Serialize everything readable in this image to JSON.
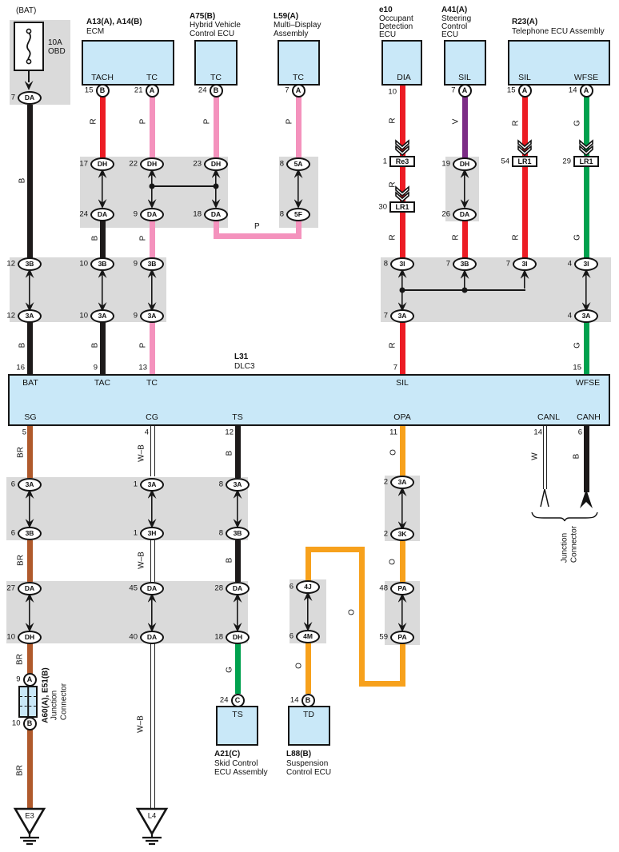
{
  "diagram_title": "DLC3 diagnostic wiring diagram",
  "colors": {
    "red": "#ec1c24",
    "pink": "#f492bd",
    "purple": "#7c2c86",
    "green": "#00a14e",
    "orange": "#f7a11c",
    "brown": "#b05a2c",
    "black": "#1d1a1a",
    "box_fill": "#c9e8f8",
    "band_gray": "#dadada"
  },
  "wc": {
    "r": "R",
    "p": "P",
    "b": "B",
    "g": "G",
    "v": "V",
    "o": "O",
    "br": "BR",
    "wb": "W–B",
    "w": "W"
  },
  "fuse": {
    "bat": "(BAT)",
    "rating": "10A",
    "name": "OBD"
  },
  "ecus": {
    "ecm": {
      "code": "A13(A), A14(B)",
      "name": "ECM",
      "t1": "TACH",
      "t2": "TC"
    },
    "a75": {
      "code": "A75(B)",
      "l1": "Hybrid Vehicle",
      "l2": "Control ECU",
      "t1": "TC"
    },
    "l59": {
      "code": "L59(A)",
      "l1": "Multi–Display",
      "l2": "Assembly",
      "t1": "TC"
    },
    "e10": {
      "code": "e10",
      "l1": "Occupant",
      "l2": "Detection",
      "l3": "ECU",
      "t1": "DIA"
    },
    "a41": {
      "code": "A41(A)",
      "l1": "Steering",
      "l2": "Control",
      "l3": "ECU",
      "t1": "SIL"
    },
    "r23": {
      "code": "R23(A)",
      "l1": "Telephone ECU Assembly",
      "t1": "SIL",
      "t2": "WFSE"
    },
    "a21": {
      "code": "A21(C)",
      "l1": "Skid Control",
      "l2": "ECU Assembly",
      "t1": "TS"
    },
    "l88": {
      "code": "L88(B)",
      "l1": "Suspension",
      "l2": "Control ECU",
      "t1": "TD"
    }
  },
  "dlc3": {
    "code": "L31",
    "name": "DLC3",
    "bat": {
      "n": "16",
      "t": "BAT"
    },
    "tac": {
      "n": "9",
      "t": "TAC"
    },
    "tc": {
      "n": "13",
      "t": "TC"
    },
    "sil": {
      "n": "7",
      "t": "SIL"
    },
    "wfse": {
      "n": "15",
      "t": "WFSE"
    },
    "sg": {
      "n": "5",
      "t": "SG"
    },
    "cg": {
      "n": "4",
      "t": "CG"
    },
    "ts": {
      "n": "12",
      "t": "TS"
    },
    "opa": {
      "n": "11",
      "t": "OPA"
    },
    "canl": {
      "n": "14",
      "t": "CANL"
    },
    "canh": {
      "n": "6",
      "t": "CANH"
    }
  },
  "pins": {
    "fuse_da": {
      "n": "7",
      "c": "DA"
    },
    "ecm_tach": {
      "n": "15",
      "c": "B"
    },
    "ecm_tc": {
      "n": "21",
      "c": "A"
    },
    "a75_tc": {
      "n": "24",
      "c": "B"
    },
    "l59_tc": {
      "n": "7",
      "c": "A"
    },
    "e10_dia": {
      "n": "10"
    },
    "a41_sil": {
      "n": "7",
      "c": "A"
    },
    "r23_sil": {
      "n": "15",
      "c": "A"
    },
    "r23_wfse": {
      "n": "14",
      "c": "A"
    },
    "a21_ts": {
      "n": "24",
      "c": "C"
    },
    "l88_td": {
      "n": "14",
      "c": "B"
    },
    "jc_a": {
      "n": "9",
      "c": "A"
    },
    "jc_b": {
      "n": "10",
      "c": "B"
    }
  },
  "ovals": {
    "dh17": {
      "n": "17",
      "c": "DH"
    },
    "da24": {
      "n": "24",
      "c": "DA"
    },
    "dh22": {
      "n": "22",
      "c": "DH"
    },
    "da9": {
      "n": "9",
      "c": "DA"
    },
    "dh23": {
      "n": "23",
      "c": "DH"
    },
    "da18": {
      "n": "18",
      "c": "DA"
    },
    "a5_8": {
      "n": "8",
      "c": "5A"
    },
    "f5_8": {
      "n": "8",
      "c": "5F"
    },
    "dh19": {
      "n": "19",
      "c": "DH"
    },
    "da26": {
      "n": "26",
      "c": "DA"
    },
    "b12": {
      "n": "12",
      "c": "3B"
    },
    "a12": {
      "n": "12",
      "c": "3A"
    },
    "b10": {
      "n": "10",
      "c": "3B"
    },
    "a10": {
      "n": "10",
      "c": "3A"
    },
    "b9": {
      "n": "9",
      "c": "3B"
    },
    "a9": {
      "n": "9",
      "c": "3A"
    },
    "i8": {
      "n": "8",
      "c": "3I"
    },
    "b7": {
      "n": "7",
      "c": "3B"
    },
    "i7": {
      "n": "7",
      "c": "3I"
    },
    "i4": {
      "n": "4",
      "c": "3I"
    },
    "a7": {
      "n": "7",
      "c": "3A"
    },
    "a4": {
      "n": "4",
      "c": "3A"
    },
    "a6": {
      "n": "6",
      "c": "3A"
    },
    "b6": {
      "n": "6",
      "c": "3B"
    },
    "a1": {
      "n": "1",
      "c": "3A"
    },
    "h1": {
      "n": "1",
      "c": "3H"
    },
    "a8": {
      "n": "8",
      "c": "3A"
    },
    "b8": {
      "n": "8",
      "c": "3B"
    },
    "a2": {
      "n": "2",
      "c": "3A"
    },
    "k2": {
      "n": "2",
      "c": "3K"
    },
    "da27": {
      "n": "27",
      "c": "DA"
    },
    "dh10": {
      "n": "10",
      "c": "DH"
    },
    "da45": {
      "n": "45",
      "c": "DA"
    },
    "da40": {
      "n": "40",
      "c": "DA"
    },
    "da28": {
      "n": "28",
      "c": "DA"
    },
    "dh18": {
      "n": "18",
      "c": "DH"
    },
    "j6": {
      "n": "6",
      "c": "4J"
    },
    "m6": {
      "n": "6",
      "c": "4M"
    },
    "pa48": {
      "n": "48",
      "c": "PA"
    },
    "pa59": {
      "n": "59",
      "c": "PA"
    }
  },
  "rconns": {
    "re3": {
      "n": "1",
      "c": "Re3"
    },
    "lr30": {
      "n": "30",
      "c": "LR1"
    },
    "lr54": {
      "n": "54",
      "c": "LR1"
    },
    "lr29": {
      "n": "29",
      "c": "LR1"
    }
  },
  "grounds": {
    "e3": "E3",
    "l4": "L4"
  },
  "jc": {
    "left_code": "A60(A), E51(B)",
    "left_l1": "Junction",
    "left_l2": "Connector",
    "right_l1": "Junction",
    "right_l2": "Connector"
  }
}
